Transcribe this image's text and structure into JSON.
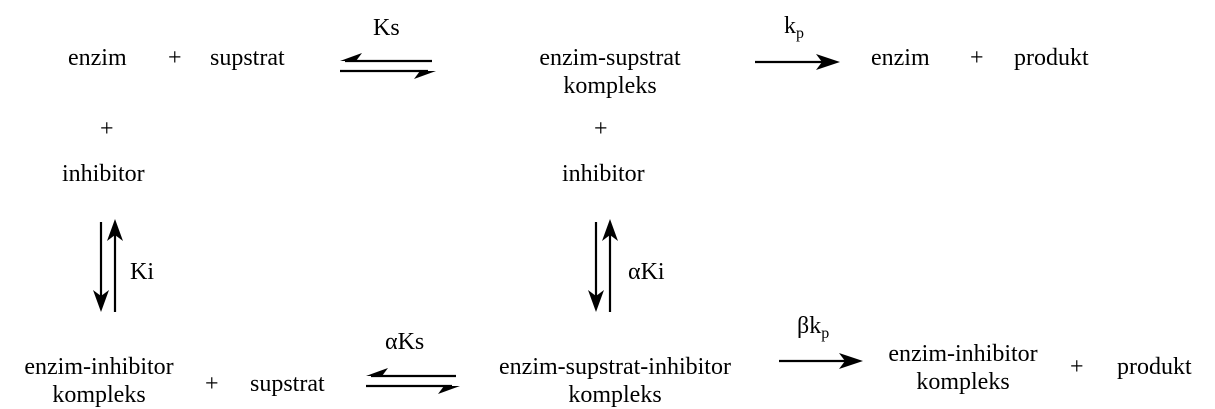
{
  "row1": {
    "enzyme": "enzim",
    "plus1": "+",
    "substrate": "supstrat",
    "ks": "Ks",
    "es_line1": "enzim-supstrat",
    "es_line2": "kompleks",
    "kp_main": "k",
    "kp_sub": "p",
    "enzyme_out": "enzim",
    "plus2": "+",
    "product": "produkt"
  },
  "row2": {
    "plus_left": "+",
    "inhibitor_left": "inhibitor",
    "plus_mid": "+",
    "inhibitor_mid": "inhibitor"
  },
  "vertical": {
    "ki": "Ki",
    "alpha_ki": "αKi"
  },
  "row3": {
    "ei_line1": "enzim-inhibitor",
    "ei_line2": "kompleks",
    "plus1": "+",
    "substrate": "supstrat",
    "alpha_ks": "αKs",
    "esi_line1": "enzim-supstrat-inhibitor",
    "esi_line2": "kompleks",
    "beta_kp_main": "βk",
    "beta_kp_sub": "p",
    "ei_out_line1": "enzim-inhibitor",
    "ei_out_line2": "kompleks",
    "plus2": "+",
    "product": "produkt"
  }
}
